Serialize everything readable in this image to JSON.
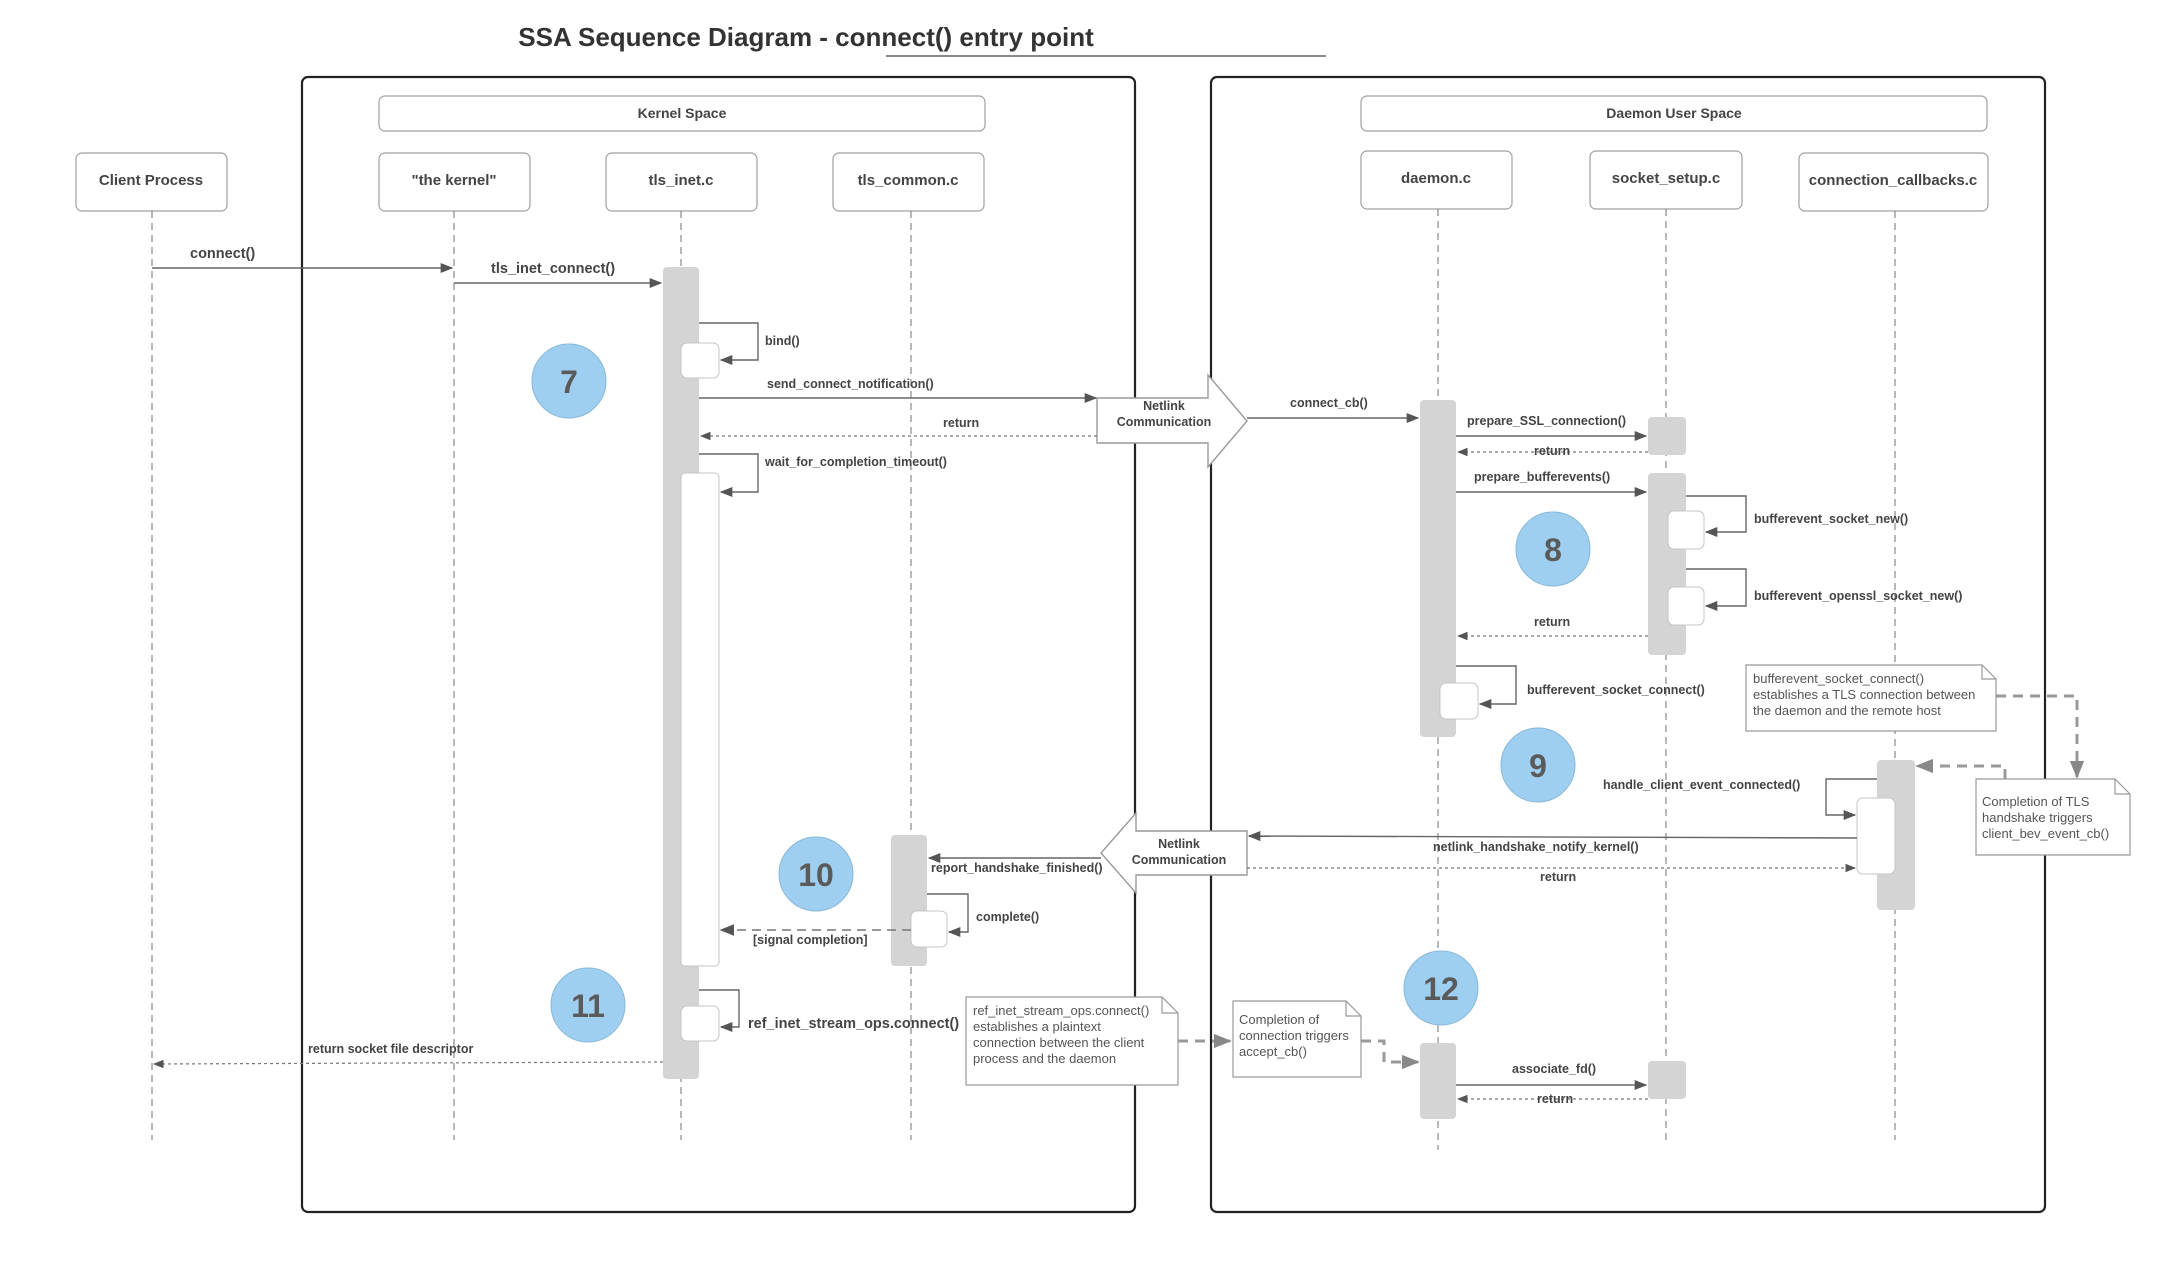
{
  "title": "SSA Sequence Diagram - connect() entry point",
  "groups": {
    "kernel": "Kernel Space",
    "daemon": "Daemon User Space"
  },
  "participants": {
    "client": "Client Process",
    "kernel": "\"the kernel\"",
    "tls_inet": "tls_inet.c",
    "tls_common": "tls_common.c",
    "daemon": "daemon.c",
    "socket_setup": "socket_setup.c",
    "callbacks": "connection_callbacks.c"
  },
  "netlink": {
    "top_line1": "Netlink",
    "top_line2": "Communication",
    "bottom_line1": "Netlink",
    "bottom_line2": "Communication"
  },
  "messages": {
    "connect": "connect()",
    "tls_inet_connect": "tls_inet_connect()",
    "bind": "bind()",
    "send_connect_notification": "send_connect_notification()",
    "return_1": "return",
    "wait_for_completion_timeout": "wait_for_completion_timeout()",
    "connect_cb": "connect_cb()",
    "prepare_ssl": "prepare_SSL_connection()",
    "return_2": "return",
    "prepare_bufferevents": "prepare_bufferevents()",
    "bufferevent_socket_new": "bufferevent_socket_new()",
    "bufferevent_openssl_socket_new": "bufferevent_openssl_socket_new()",
    "return_3": "return",
    "bufferevent_socket_connect": "bufferevent_socket_connect()",
    "handle_client_event_connected": "handle_client_event_connected()",
    "netlink_handshake_notify_kernel": "netlink_handshake_notify_kernel()",
    "return_4": "return",
    "report_handshake_finished": "report_handshake_finished()",
    "complete": "complete()",
    "signal_completion": "[signal completion]",
    "ref_inet_stream_ops_connect": "ref_inet_stream_ops.connect()",
    "return_socket_fd": "return socket file descriptor",
    "associate_fd": "associate_fd()",
    "return_5": "return"
  },
  "notes": {
    "bev_connect": [
      "bufferevent_socket_connect()",
      "establishes a TLS connection between",
      "the daemon and  the remote host"
    ],
    "tls_handshake": [
      "Completion of TLS",
      "handshake triggers",
      "client_bev_event_cb()"
    ],
    "ref_inet": [
      "ref_inet_stream_ops.connect()",
      "establishes a plaintext",
      "connection between the client",
      "process and the daemon"
    ],
    "accept_cb": [
      "Completion of",
      "connection triggers",
      "accept_cb()"
    ]
  },
  "steps": [
    "7",
    "8",
    "9",
    "10",
    "11",
    "12"
  ],
  "colors": {
    "step_circle": "#9ecff0",
    "activation": "#d4d4d4",
    "line": "#666666"
  }
}
